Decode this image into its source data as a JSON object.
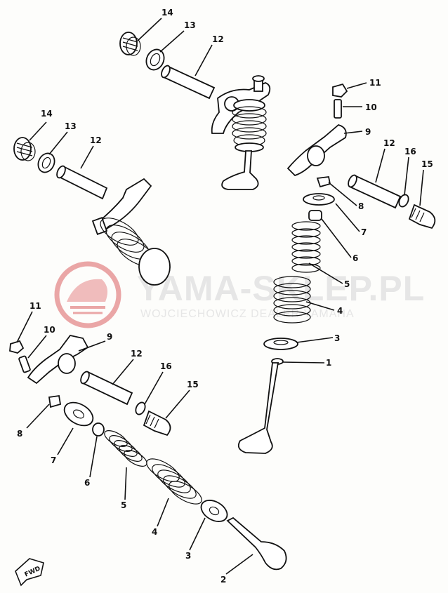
{
  "watermark": {
    "title": "YAMA-SKLEP.PL",
    "subtitle": "WOJCIECHOWICZ DEALER YAMAHA",
    "logo_color": "#e8a0a0",
    "text_color": "#e6e6e6"
  },
  "direction_badge": "FWD",
  "callouts": [
    {
      "id": "c14a",
      "label": "14"
    },
    {
      "id": "c13a",
      "label": "13"
    },
    {
      "id": "c12a",
      "label": "12"
    },
    {
      "id": "c11a",
      "label": "11"
    },
    {
      "id": "c10a",
      "label": "10"
    },
    {
      "id": "c9a",
      "label": "9"
    },
    {
      "id": "c12b",
      "label": "12"
    },
    {
      "id": "c16a",
      "label": "16"
    },
    {
      "id": "c15a",
      "label": "15"
    },
    {
      "id": "c8a",
      "label": "8"
    },
    {
      "id": "c7a",
      "label": "7"
    },
    {
      "id": "c6a",
      "label": "6"
    },
    {
      "id": "c5a",
      "label": "5"
    },
    {
      "id": "c4a",
      "label": "4"
    },
    {
      "id": "c3a",
      "label": "3"
    },
    {
      "id": "c1a",
      "label": "1"
    },
    {
      "id": "c14b",
      "label": "14"
    },
    {
      "id": "c13b",
      "label": "13"
    },
    {
      "id": "c12c",
      "label": "12"
    },
    {
      "id": "c11b",
      "label": "11"
    },
    {
      "id": "c10b",
      "label": "10"
    },
    {
      "id": "c9b",
      "label": "9"
    },
    {
      "id": "c12d",
      "label": "12"
    },
    {
      "id": "c16b",
      "label": "16"
    },
    {
      "id": "c15b",
      "label": "15"
    },
    {
      "id": "c8b",
      "label": "8"
    },
    {
      "id": "c7b",
      "label": "7"
    },
    {
      "id": "c6b",
      "label": "6"
    },
    {
      "id": "c5b",
      "label": "5"
    },
    {
      "id": "c4b",
      "label": "4"
    },
    {
      "id": "c3b",
      "label": "3"
    },
    {
      "id": "c2a",
      "label": "2"
    }
  ]
}
